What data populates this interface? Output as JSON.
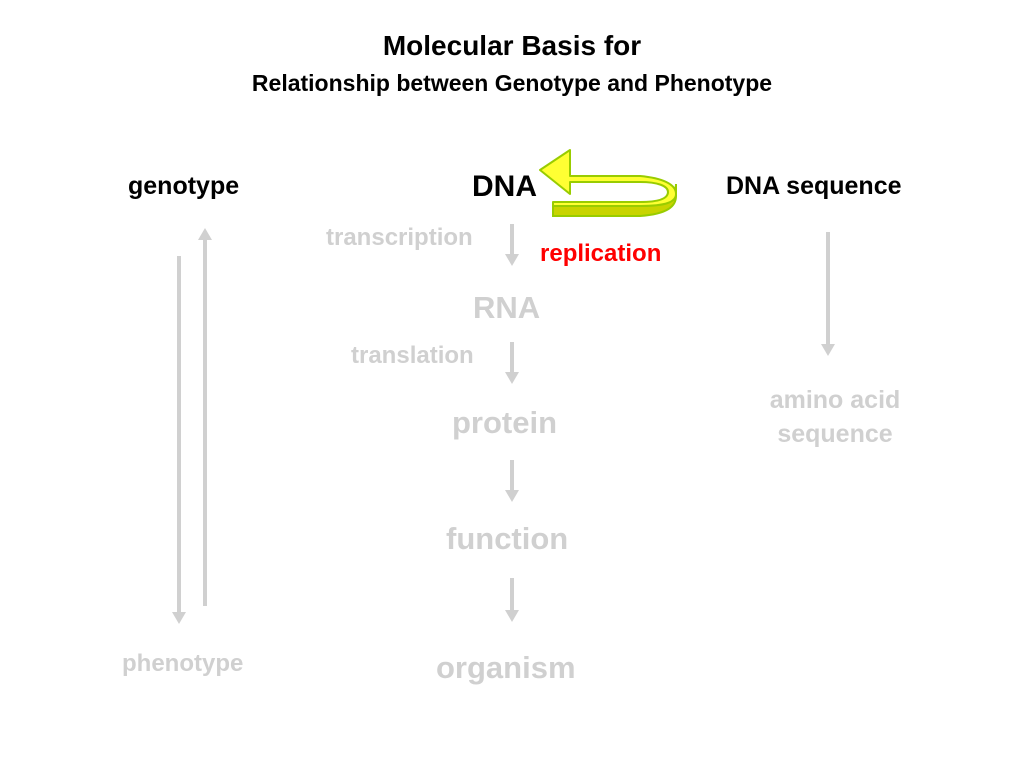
{
  "title": {
    "line1": "Molecular Basis for",
    "line2": "Relationship between Genotype and Phenotype"
  },
  "left": {
    "genotype": "genotype",
    "phenotype": "phenotype"
  },
  "center": {
    "dna": "DNA",
    "transcription": "transcription",
    "replication": "replication",
    "rna": "RNA",
    "translation": "translation",
    "protein": "protein",
    "function": "function",
    "organism": "organism"
  },
  "right": {
    "dna_sequence": "DNA sequence",
    "amino_acid_line1": "amino acid",
    "amino_acid_line2": "sequence"
  },
  "colors": {
    "black": "#000000",
    "faded": "#d0d0d0",
    "replication": "#ff0000",
    "replication_arrow_fill": "#ffff33",
    "replication_arrow_edge": "#99cc00"
  }
}
